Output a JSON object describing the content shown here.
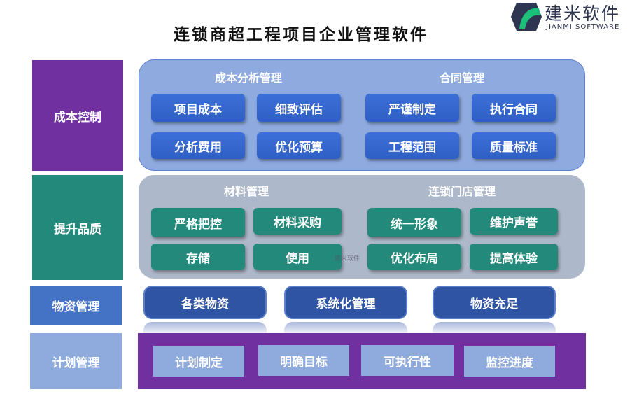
{
  "title": "连锁商超工程项目企业管理软件",
  "logo": {
    "name": "建米软件",
    "sub": "JIANMI SOFTWARE"
  },
  "watermark": "建米软件",
  "rows": [
    {
      "label": "成本控制",
      "groups": [
        {
          "title": "成本分析管理",
          "items": [
            "项目成本",
            "细致评估",
            "分析费用",
            "优化预算"
          ]
        },
        {
          "title": "合同管理",
          "items": [
            "严谨制定",
            "执行合同",
            "工程范围",
            "质量标准"
          ]
        }
      ]
    },
    {
      "label": "提升品质",
      "groups": [
        {
          "title": "材料管理",
          "items": [
            "严格把控",
            "材料采购",
            "存储",
            "使用"
          ]
        },
        {
          "title": "连锁门店管理",
          "items": [
            "统一形象",
            "维护声誉",
            "优化布局",
            "提高体验"
          ]
        }
      ]
    },
    {
      "label": "物资管理",
      "items": [
        "各类物资",
        "系统化管理",
        "物资充足"
      ]
    },
    {
      "label": "计划管理",
      "items": [
        "计划制定",
        "明确目标",
        "可执行性",
        "监控进度"
      ]
    }
  ],
  "colors": {
    "purple": "#7030a0",
    "teal": "#23897a",
    "blue": "#4472c4",
    "light": "#8faadc"
  }
}
